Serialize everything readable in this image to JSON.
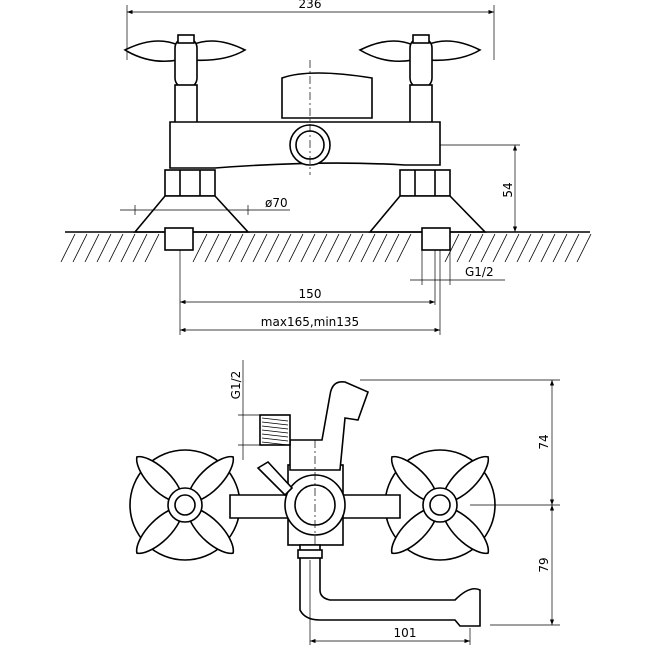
{
  "front_view": {
    "width_dim": "236",
    "height_dim": "54",
    "base_diameter": "ø70",
    "thread": "G1/2",
    "center_distance": "150",
    "range": "max165,min135"
  },
  "top_view": {
    "thread": "G1/2",
    "upper_dim": "74",
    "lower_dim": "79",
    "spout_dim": "101"
  }
}
